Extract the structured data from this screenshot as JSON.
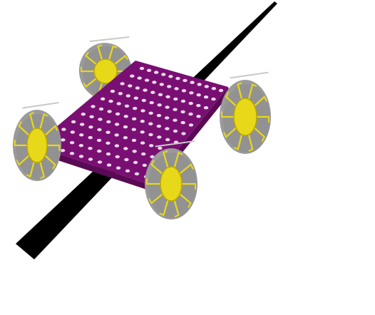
{
  "colors": {
    "background": "#ffffff",
    "beam": "#000000",
    "plate": "#7a0f73",
    "plate_edge": "#5a0a55",
    "plate_top": "#8d1886",
    "hole": "#ffffff",
    "tire": "#9a9a9a",
    "tire_shade": "#7d7d7d",
    "hub": "#e8d81a",
    "hub_edge": "#b8a800",
    "spoke": "#e8d81a",
    "axle": "#c9c9c9"
  },
  "icons": {
    "beam": "diagonal-rod",
    "plate": "perforated-chassis-plate",
    "wheel": "omni-wheel"
  }
}
